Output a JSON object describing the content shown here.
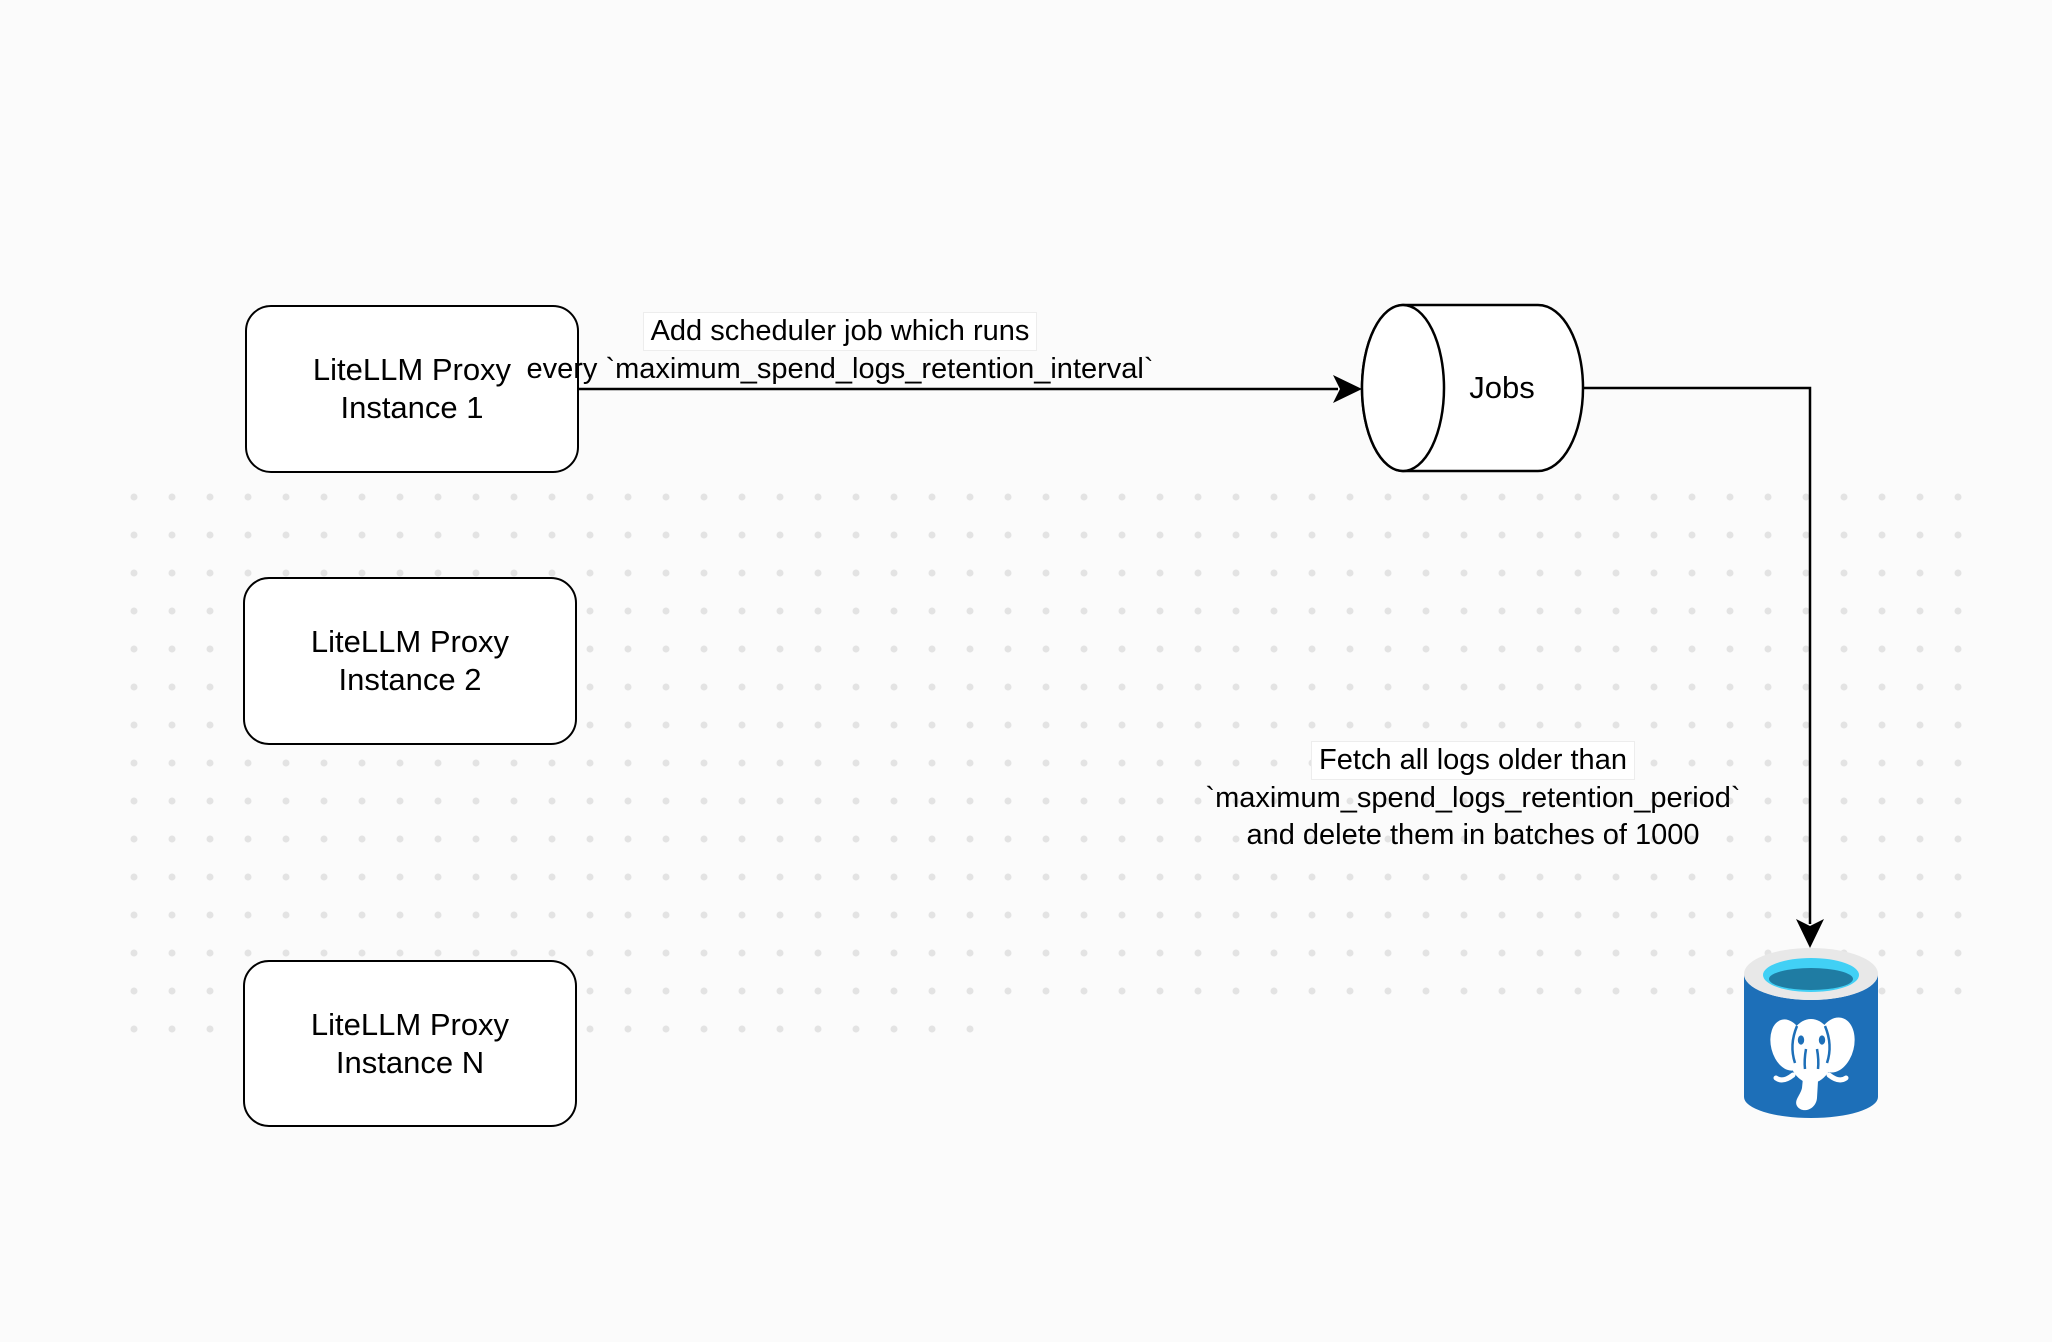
{
  "canvas": {
    "background": "#fbfbfb",
    "dot_color": "#e3e3e3",
    "line_color": "#000000",
    "label_background": "#ffffff"
  },
  "nodes": {
    "instance1": {
      "title_line1": "LiteLLM Proxy",
      "title_line2": "Instance 1"
    },
    "instance2": {
      "title_line1": "LiteLLM Proxy",
      "title_line2": "Instance 2"
    },
    "instanceN": {
      "title_line1": "LiteLLM Proxy",
      "title_line2": "Instance N"
    },
    "jobs": {
      "label": "Jobs"
    },
    "database": {
      "icon": "postgresql-database-icon",
      "body_color": "#1d6fb8",
      "rim_color": "#e8e8e8",
      "water_color": "#41d0f5",
      "water_shadow_color": "#1f7ca3",
      "elephant_color": "#ffffff"
    }
  },
  "edges": {
    "add_scheduler": {
      "label_line1": "Add scheduler job which runs",
      "label_line2": "every `maximum_spend_logs_retention_interval`"
    },
    "fetch_logs": {
      "label_line1": "Fetch all logs older than",
      "label_line2": "`maximum_spend_logs_retention_period`",
      "label_line3": "and delete them in batches of 1000"
    }
  }
}
